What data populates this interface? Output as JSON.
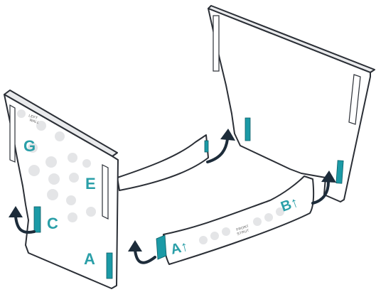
{
  "labels": {
    "left_wall_line1": "LEFT",
    "left_wall_line2": "WALL",
    "front_strut_line1": "FRONT",
    "front_strut_line2": "STRUT",
    "letter_g": "G",
    "letter_e": "E",
    "letter_c": "C",
    "letter_a": "A",
    "letter_a_strut": "A↑",
    "letter_b_strut": "B↑"
  },
  "colors": {
    "teal": "#1b9aa6",
    "outline": "#2b2f36",
    "arrow": "#1d2c3a",
    "dots": "#e4e5e7"
  }
}
